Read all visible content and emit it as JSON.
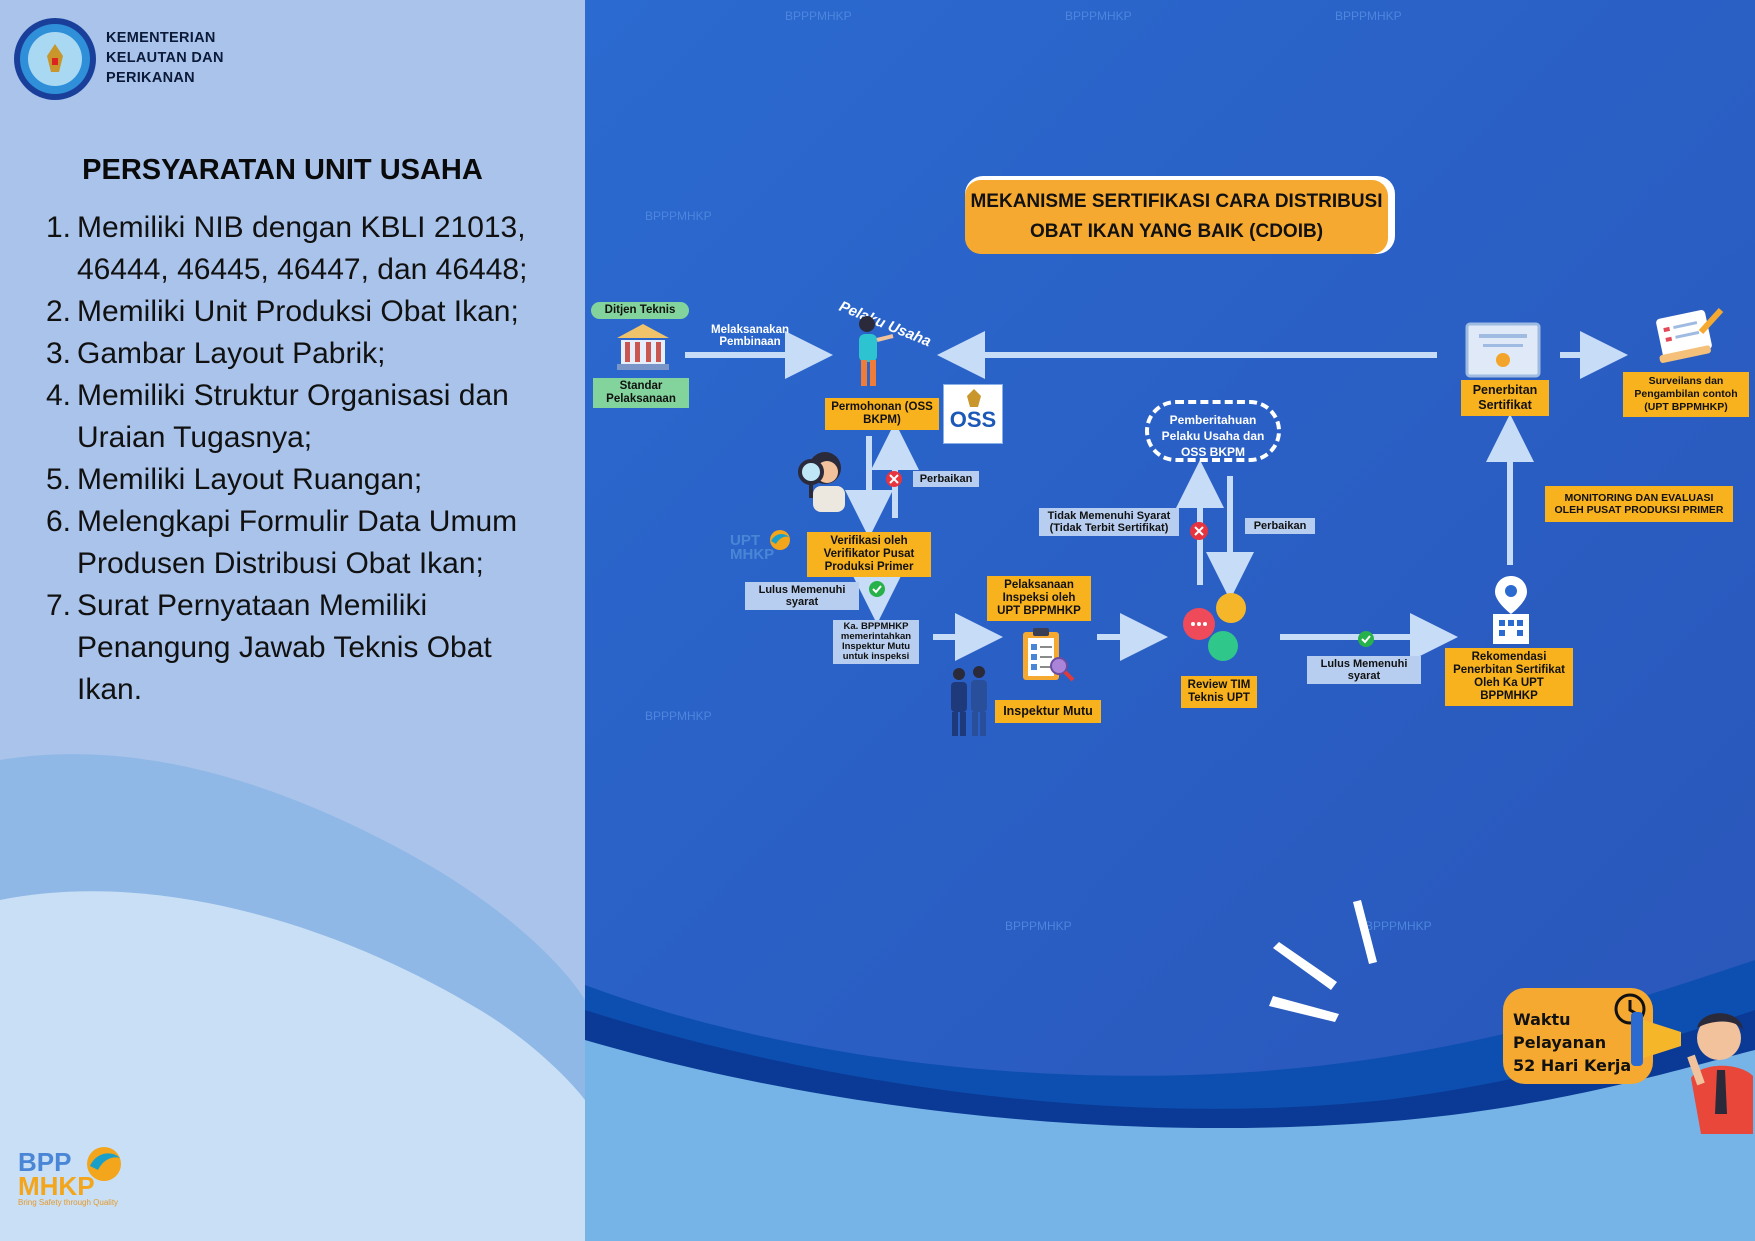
{
  "ministry": {
    "line1": "KEMENTERIAN",
    "line2": "KELAUTAN DAN",
    "line3": "PERIKANAN"
  },
  "requirements": {
    "title": "PERSYARATAN UNIT USAHA",
    "items": [
      {
        "num": "1.",
        "text": "Memiliki NIB dengan KBLI 21013, 46444, 46445, 46447, dan 46448;"
      },
      {
        "num": "2.",
        "text": "Memiliki Unit Produksi Obat Ikan;"
      },
      {
        "num": "3.",
        "text": "Gambar Layout Pabrik;"
      },
      {
        "num": "4.",
        "text": "Memiliki Struktur Organisasi dan Uraian Tugasnya;"
      },
      {
        "num": "5.",
        "text": "Memiliki Layout Ruangan;"
      },
      {
        "num": "6.",
        "text": "Melengkapi Formulir Data Umum Produsen Distribusi Obat Ikan;"
      },
      {
        "num": "7.",
        "text": "Surat Pernyataan Memiliki Penangung Jawab Teknis Obat Ikan."
      }
    ]
  },
  "footer_logo": {
    "line1": "BPP",
    "line2": "MHKP",
    "tagline": "Bring Safety through Quality"
  },
  "diagram": {
    "title_line1": "MEKANISME SERTIFIKASI CARA DISTRIBUSI",
    "title_line2": "OBAT IKAN YANG BAIK (CDOIB)",
    "ditjen": "Ditjen Teknis",
    "standar": "Standar Pelaksanaan",
    "melaksanakan": "Melaksanakan Pembinaan",
    "pelaku_usaha": "Pelaku Usaha",
    "permohonan": "Permohonan (OSS BKPM)",
    "oss": "OSS",
    "perbaikan1": "Perbaikan",
    "verifikasi": "Verifikasi oleh Verifikator Pusat Produksi Primer",
    "lulus1": "Lulus Memenuhi syarat",
    "ka_bpp": "Ka. BPPMHKP memerintahkan Inspektur Mutu untuk inspeksi",
    "pelaksanaan": "Pelaksanaan Inspeksi oleh UPT BPPMHKP",
    "inspektur": "Inspektur Mutu",
    "pemberitahuan": "Pemberitahuan Pelaku Usaha dan OSS BKPM",
    "tidak": "Tidak Memenuhi Syarat (Tidak Terbit Sertifikat)",
    "perbaikan2": "Perbaikan",
    "review": "Review TIM Teknis UPT",
    "lulus2": "Lulus Memenuhi syarat",
    "rekomendasi": "Rekomendasi Penerbitan Sertifikat Oleh Ka UPT BPPMHKP",
    "monitoring": "MONITORING DAN EVALUASI OLEH PUSAT PRODUKSI PRIMER",
    "penerbitan": "Penerbitan Sertifikat",
    "surveilans": "Surveilans dan Pengambilan contoh (UPT BPPMHKP)",
    "waktu1": "Waktu",
    "waktu2": "Pelayanan",
    "waktu3": "52 Hari Kerja",
    "watermark": "BPPPMHKP",
    "upt_logo": "UPT MHKP"
  },
  "colors": {
    "yellow": "#f8b21e",
    "lightblue": "#b7cef0",
    "green": "#82d49c",
    "navy": "#0c3a8c"
  }
}
